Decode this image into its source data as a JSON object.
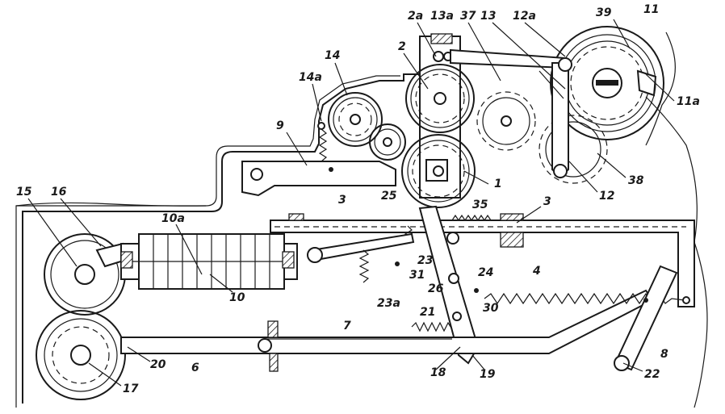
{
  "labels": {
    "l1": "1",
    "l2": "2",
    "l2a": "2a",
    "l3a": "3",
    "l3b": "3",
    "l4": "4",
    "l6": "6",
    "l7": "7",
    "l8": "8",
    "l9": "9",
    "l10": "10",
    "l10a": "10a",
    "l11": "11",
    "l11a": "11a",
    "l12": "12",
    "l12a": "12a",
    "l13": "13",
    "l13a": "13a",
    "l14": "14",
    "l14a": "14a",
    "l15": "15",
    "l16": "16",
    "l17": "17",
    "l18": "18",
    "l19": "19",
    "l20": "20",
    "l21": "21",
    "l22": "22",
    "l23": "23",
    "l23a": "23a",
    "l24": "24",
    "l25": "25",
    "l26": "26",
    "l30": "30",
    "l31": "31",
    "l35": "35",
    "l37": "37",
    "l38": "38",
    "l39": "39"
  }
}
